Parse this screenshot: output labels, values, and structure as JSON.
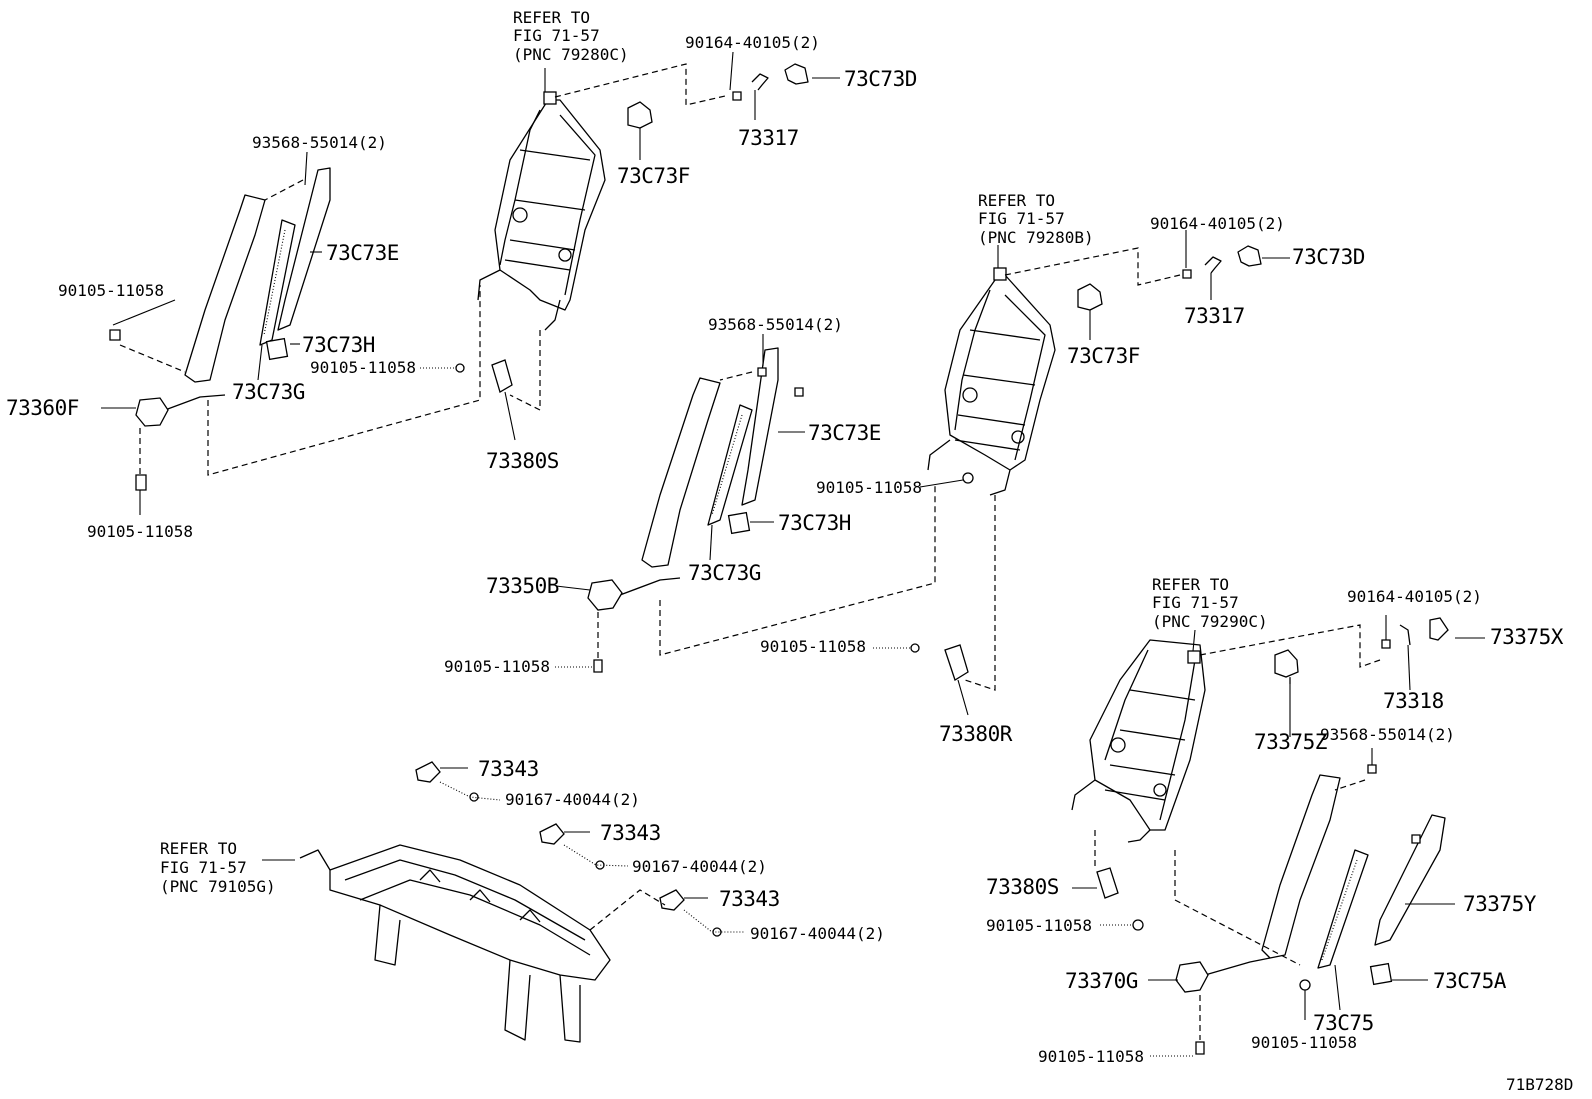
{
  "figure_id": "71B728D",
  "refs": [
    {
      "line1": "REFER TO",
      "line2": "FIG 71-57",
      "line3": "(PNC 79280C)"
    },
    {
      "line1": "REFER TO",
      "line2": "FIG 71-57",
      "line3": "(PNC 79280B)"
    },
    {
      "line1": "REFER TO",
      "line2": "FIG 71-57",
      "line3": "(PNC 79290C)"
    },
    {
      "line1": "REFER TO",
      "line2": "FIG 71-57",
      "line3": "(PNC 79105G)"
    }
  ],
  "labels": {
    "a_90164_1": "90164-40105(2)",
    "a_73c73d_1": "73C73D",
    "a_73317_1": "73317",
    "a_73c73f_1": "73C73F",
    "a_93568_1": "93568-55014(2)",
    "a_73c73e_1": "73C73E",
    "a_90105_a": "90105-11058",
    "a_73c73h_1": "73C73H",
    "a_90105_b": "90105-11058",
    "a_73c73g_1": "73C73G",
    "a_73360f": "73360F",
    "a_73380s_1": "73380S",
    "a_90105_c": "90105-11058",
    "b_90164_2": "90164-40105(2)",
    "b_73c73d_2": "73C73D",
    "b_73317_2": "73317",
    "b_73c73f_2": "73C73F",
    "b_93568_2": "93568-55014(2)",
    "b_73c73e_2": "73C73E",
    "b_90105_d": "90105-11058",
    "b_73c73h_2": "73C73H",
    "b_73c73g_2": "73C73G",
    "b_73350b": "73350B",
    "b_90105_e": "90105-11058",
    "b_90105_f": "90105-11058",
    "b_73380r": "73380R",
    "c_90164_3": "90164-40105(2)",
    "c_73375x": "73375X",
    "c_73318": "73318",
    "c_73375z": "73375Z",
    "c_93568_3": "93568-55014(2)",
    "c_73375y": "73375Y",
    "c_73380s_2": "73380S",
    "c_90105_g": "90105-11058",
    "c_73370g": "73370G",
    "c_73c75": "73C75",
    "c_73c75a": "73C75A",
    "c_90105_h": "90105-11058",
    "c_90105_i": "90105-11058",
    "d_73343_1": "73343",
    "d_90167_1": "90167-40044(2)",
    "d_73343_2": "73343",
    "d_90167_2": "90167-40044(2)",
    "d_73343_3": "73343",
    "d_90167_3": "90167-40044(2)"
  }
}
